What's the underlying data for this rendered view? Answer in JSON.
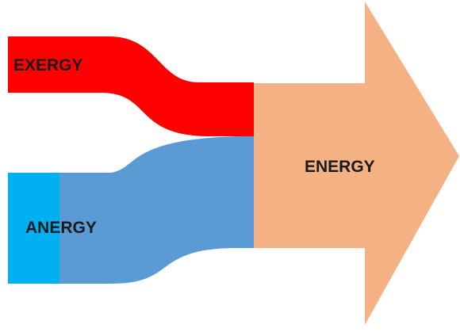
{
  "diagram": {
    "exergy": {
      "label": "EXERGY",
      "color": "#ff0000"
    },
    "anergy": {
      "label": "ANERGY",
      "color": "#5b9bd5",
      "source_color": "#00b0f0"
    },
    "energy": {
      "label": "ENERGY",
      "color": "#f4b183"
    }
  }
}
